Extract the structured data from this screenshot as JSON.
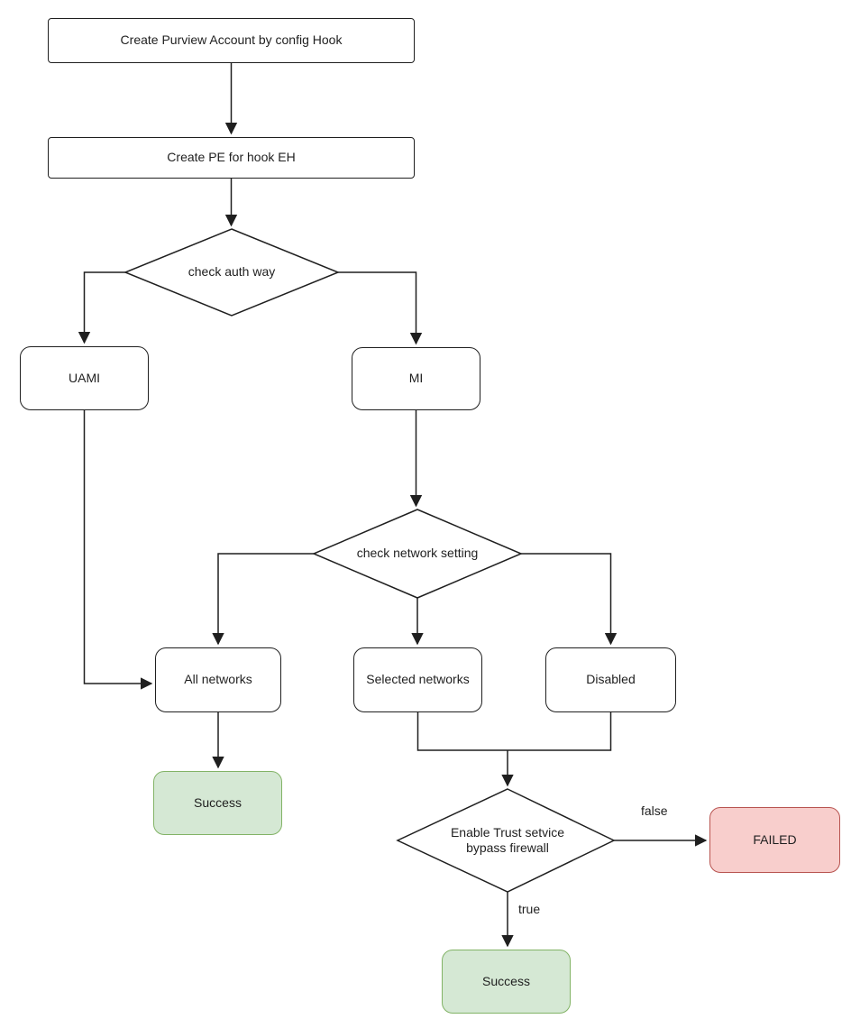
{
  "diagram": {
    "background_color": "#ffffff",
    "colors": {
      "line": "#1f1f1f",
      "node_fill": "#ffffff",
      "node_stroke": "#1f1f1f",
      "success_fill": "#d5e8d4",
      "success_stroke": "#82b366",
      "failed_fill": "#f8cecc",
      "failed_stroke": "#b85450",
      "text": "#1f1f1f"
    },
    "nodes": {
      "create_account": "Create Purview Account by config Hook",
      "create_pe": "Create PE for hook EH",
      "check_auth": "check auth way",
      "uami": "UAMI",
      "mi": "MI",
      "check_network": "check network setting",
      "all_networks": "All networks",
      "selected_networks": "Selected networks",
      "disabled": "Disabled",
      "success_left": "Success",
      "enable_trust": "Enable Trust setvice bypass firewall",
      "failed": "FAILED",
      "success_bottom": "Success"
    },
    "edge_labels": {
      "false_branch": "false",
      "true_branch": "true"
    }
  }
}
